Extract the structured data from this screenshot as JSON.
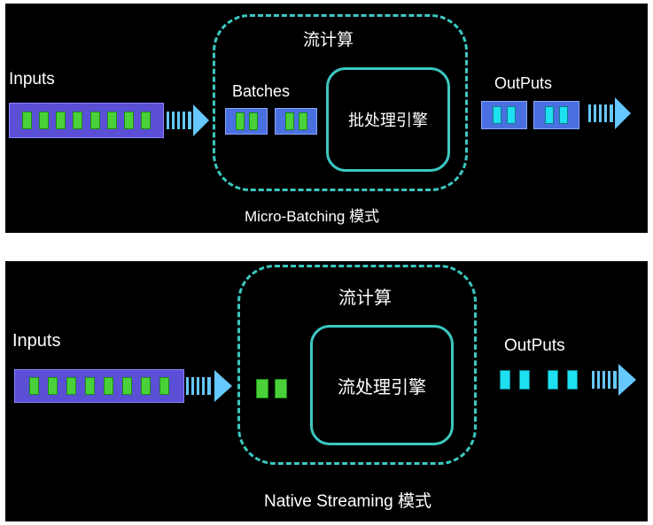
{
  "top": {
    "inputs_label": "Inputs",
    "batches_label": "Batches",
    "stream_compute_label": "流计算",
    "engine_label": "批处理引擎",
    "outputs_label": "OutPuts",
    "caption": "Micro-Batching 模式"
  },
  "bottom": {
    "inputs_label": "Inputs",
    "stream_compute_label": "流计算",
    "engine_label": "流处理引擎",
    "outputs_label": "OutPuts",
    "caption": "Native Streaming 模式"
  },
  "colors": {
    "background": "#000000",
    "dashed_border": "#3cc8c0",
    "input_bar": "#5b4fd6",
    "green_cell": "#4ad13a",
    "cyan_cell": "#1ee0f0",
    "arrow": "#66c8ff"
  },
  "icons": {
    "arrow": "striped-right-arrow-icon"
  }
}
